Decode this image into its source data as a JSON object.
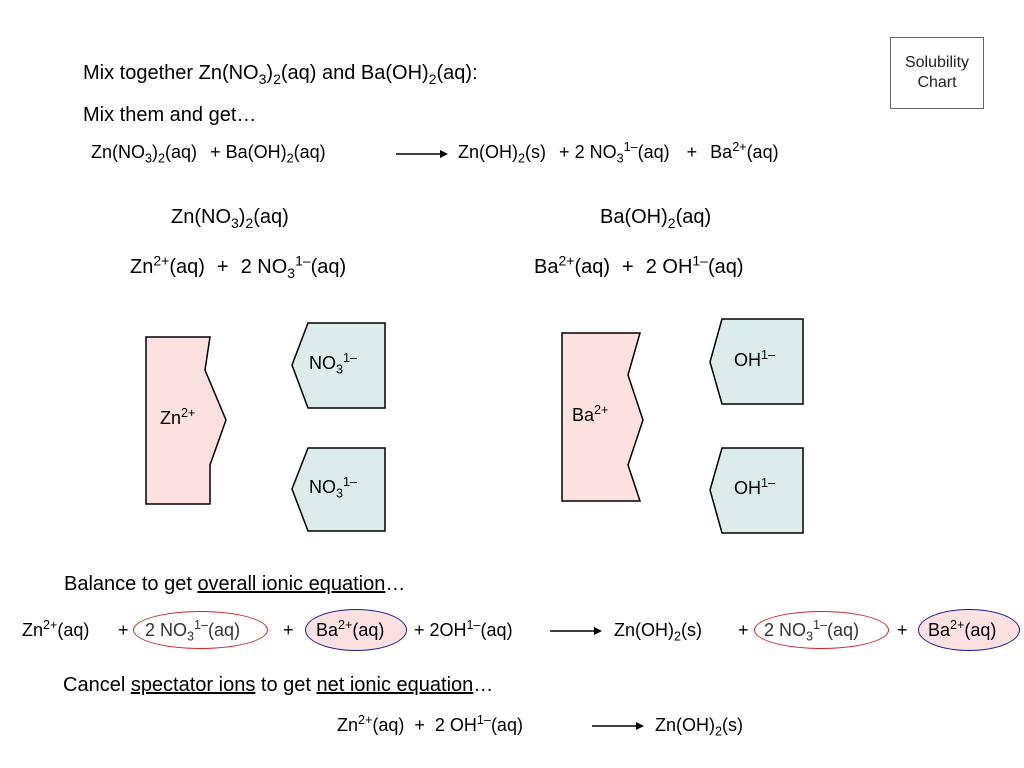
{
  "solubility_button": {
    "line1": "Solubility",
    "line2": "Chart"
  },
  "title": {
    "prefix": "Mix together Zn(NO",
    "sub1": "3",
    "mid": ")",
    "sub2": "2",
    "aq1": "(aq) and Ba(OH)",
    "sub3": "2",
    "aq2": "(aq):"
  },
  "mix_get": "Mix them and get…",
  "molecular_eq": {
    "r1": "Zn(NO",
    "r1s": "3",
    "r1b": ")",
    "r1s2": "2",
    "r1c": "(aq)",
    "plus1": "+",
    "r2": "Ba(OH)",
    "r2s": "2",
    "r2c": "(aq)",
    "p1": "Zn(OH)",
    "p1s": "2",
    "p1c": "(s)",
    "plus2": "+",
    "p2": "2 NO",
    "p2s": "3",
    "p2sup": "1–",
    "p2c": "(aq)",
    "plus3": "+",
    "p3": "Ba",
    "p3sup": "2+",
    "p3c": "(aq)"
  },
  "left_compound": {
    "a": "Zn(NO",
    "s1": "3",
    "b": ")",
    "s2": "2",
    "c": "(aq)"
  },
  "left_ions": {
    "a": "Zn",
    "sup1": "2+",
    "b": "(aq)",
    "plus": "+",
    "c": "2 NO",
    "s": "3",
    "sup2": "1–",
    "d": "(aq)"
  },
  "right_compound": {
    "a": "Ba(OH)",
    "s": "2",
    "c": "(aq)"
  },
  "right_ions": {
    "a": "Ba",
    "sup1": "2+",
    "b": "(aq)",
    "plus": "+",
    "c": "2 OH",
    "sup2": "1–",
    "d": "(aq)"
  },
  "tiles": {
    "zn": {
      "base": "Zn",
      "sup": "2+"
    },
    "no3": {
      "base": "NO",
      "sub": "3",
      "sup": "1–"
    },
    "ba": {
      "base": "Ba",
      "sup": "2+"
    },
    "oh": {
      "base": "OH",
      "sup": "1–"
    }
  },
  "balance": {
    "a": "Balance to get ",
    "u": "overall ionic equation",
    "b": "…"
  },
  "overall_eq": {
    "t1": "Zn",
    "t1sup": "2+",
    "t1c": "(aq)",
    "plus": "+",
    "no3": "2 NO",
    "no3s": "3",
    "no3sup": "1–",
    "no3c": "(aq)",
    "ba": "Ba",
    "basup": "2+",
    "bac": "(aq)",
    "oh": "+ 2OH",
    "ohsup": "1–",
    "ohc": "(aq)",
    "p1": "Zn(OH)",
    "p1s": "2",
    "p1c": "(s)"
  },
  "cancel": {
    "a": "Cancel ",
    "u1": "spectator ions",
    "b": " to get ",
    "u2": "net ionic equation",
    "c": "…"
  },
  "net_eq": {
    "a": "Zn",
    "asup": "2+",
    "ac": "(aq)",
    "plus": "+",
    "b": "2 OH",
    "bsup": "1–",
    "bc": "(aq)",
    "p": "Zn(OH)",
    "ps": "2",
    "pc": "(s)"
  },
  "colors": {
    "cation_fill": "#fde0e0",
    "anion_fill": "#dcecec",
    "spectator_red": "#d02020",
    "spectator_blue": "#1a1aa0"
  }
}
